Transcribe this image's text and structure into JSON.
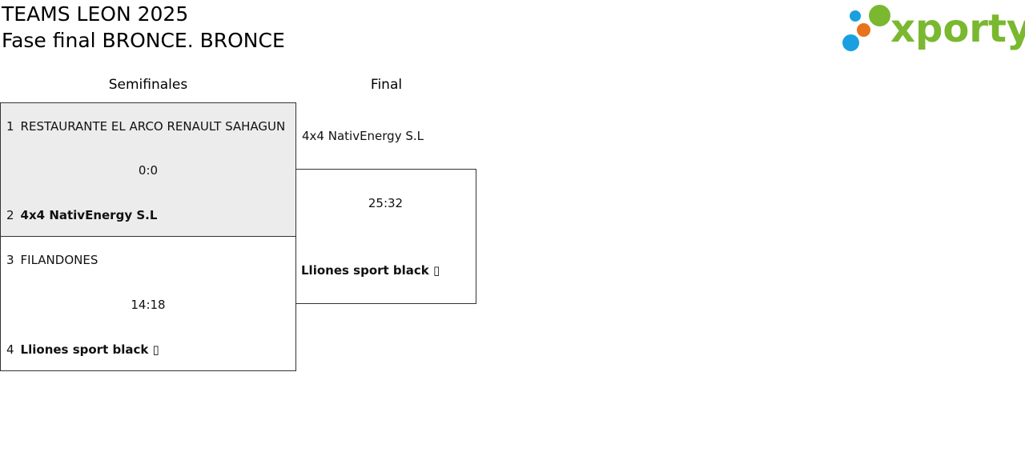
{
  "header": {
    "tournament": "TEAMS LEON 2025",
    "phase": "Fase final BRONCE. BRONCE"
  },
  "logo": {
    "text": "xporty",
    "colors": {
      "green": "#7ab830",
      "blue": "#1aa0e0",
      "orange": "#e8731a"
    }
  },
  "rounds": {
    "semifinal_title": "Semifinales",
    "final_title": "Final"
  },
  "semifinals": [
    {
      "highlighted": true,
      "team1": {
        "seed": "1",
        "name": "RESTAURANTE EL ARCO RENAULT SAHAGUN",
        "winner": false
      },
      "score": "0:0",
      "team2": {
        "seed": "2",
        "name": "4x4 NativEnergy S.L",
        "winner": true
      }
    },
    {
      "highlighted": false,
      "team1": {
        "seed": "3",
        "name": "FILANDONES",
        "winner": false
      },
      "score": "14:18",
      "team2": {
        "seed": "4",
        "name": "Lliones sport black ▯",
        "winner": true
      }
    }
  ],
  "final": {
    "team1": {
      "name": "4x4 NativEnergy S.L",
      "winner": false
    },
    "score": "25:32",
    "team2": {
      "name": "Lliones sport black ▯",
      "winner": true
    }
  },
  "colors": {
    "highlight_bg": "#ececec",
    "border": "#333333"
  }
}
